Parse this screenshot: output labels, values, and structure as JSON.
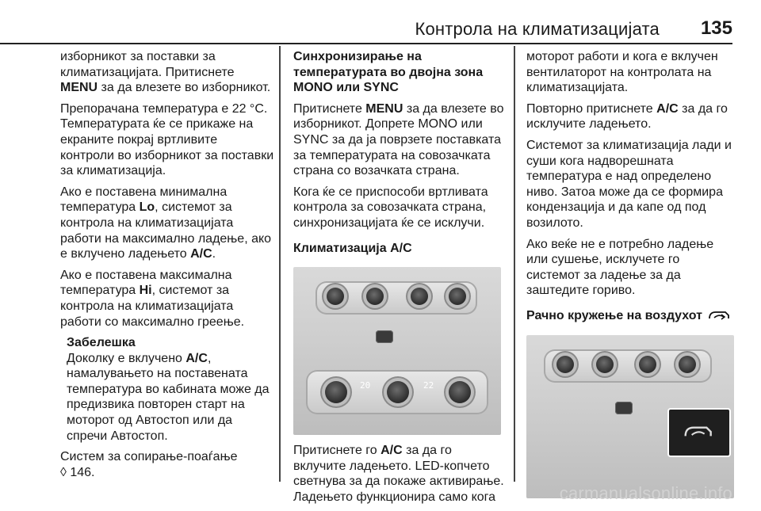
{
  "header": {
    "title": "Контрола на климатизацијата",
    "page_number": "135"
  },
  "col1": {
    "p1_a": "изборникот за поставки за климатизацијата. Притиснете ",
    "p1_menu": "MENU",
    "p1_b": " за да влезете во изборникот.",
    "p2": "Препорачана температура е 22 °C. Температурата ќе се прикаже на екраните покрај вртливите контроли во изборникот за поставки за климатизација.",
    "p3_a": "Ако е поставена минимална температура ",
    "p3_lo": "Lo",
    "p3_b": ", системот за контрола на климатизацијата работи на максимално ладење, ако е вклучено ладењето ",
    "p3_ac": "A/C",
    "p3_c": ".",
    "p4_a": "Ако е поставена максимална температура ",
    "p4_hi": "Hi",
    "p4_b": ", системот за контрола на климатизацијата работи со максимално греење.",
    "note_title": "Забелешка",
    "note_a": "Доколку е вклучено ",
    "note_ac": "A/C",
    "note_b": ", намалувањето на поставената температура во кабината може да предизвика повторен старт на моторот од Автостоп или да спречи Автостоп.",
    "p5": "Систем за сопирање-поаѓање",
    "p5_ref": "◊ 146."
  },
  "col2": {
    "heading": "Синхронизирање на температурата во двојна зона MONO или SYNC",
    "p1_a": "Притиснете ",
    "p1_menu": "MENU",
    "p1_b": " за да влезете во изборникот. Допрете MONO или SYNC за да ја поврзете поставката за температурата на совозачката страна со возачката страна.",
    "p2": "Кога ќе се приспособи вртливата контрола за совозачката страна, синхронизацијата ќе се исклучи.",
    "subheading": "Климатизација A/C",
    "figure_lcd_left": "20",
    "figure_lcd_right": "22",
    "p3_a": "Притиснете го ",
    "p3_ac": "A/C",
    "p3_b": " за да го вклучите ладењето. LED-копчето светнува за да покаже активирање. Ладењето функционира само кога"
  },
  "col3": {
    "p1": "моторот работи и кога е вклучен вентилаторот на контролата на климатизацијата.",
    "p2_a": "Повторно притиснете ",
    "p2_ac": "A/C",
    "p2_b": " за да го исклучите ладењето.",
    "p3": "Системот за климатизација лади и суши кога надворешната температура е над определено ниво. Затоа може да се формира кондензација и да капе од под возилото.",
    "p4": "Ако веќе не е потребно ладење или сушење, исклучете го системот за ладење за да заштедите гориво.",
    "subheading": "Рачно кружење на воздухот",
    "subheading_icon": "recirculation-icon"
  },
  "watermark": "carmanualsonline.info"
}
